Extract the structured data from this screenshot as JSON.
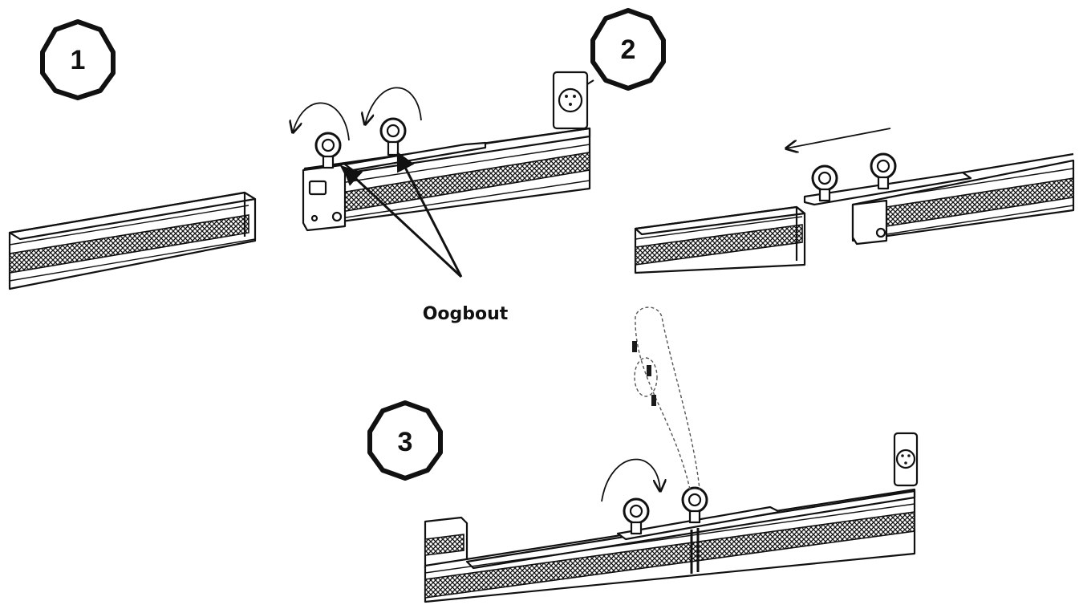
{
  "steps": [
    {
      "number": "1"
    },
    {
      "number": "2"
    },
    {
      "number": "3"
    }
  ],
  "callout": {
    "label": "Oogbout"
  },
  "icons": [
    "octagon-step-badge",
    "eye-bolt-icon",
    "curved-arrow-icon",
    "straight-arrow-icon",
    "safety-cable-icon"
  ]
}
